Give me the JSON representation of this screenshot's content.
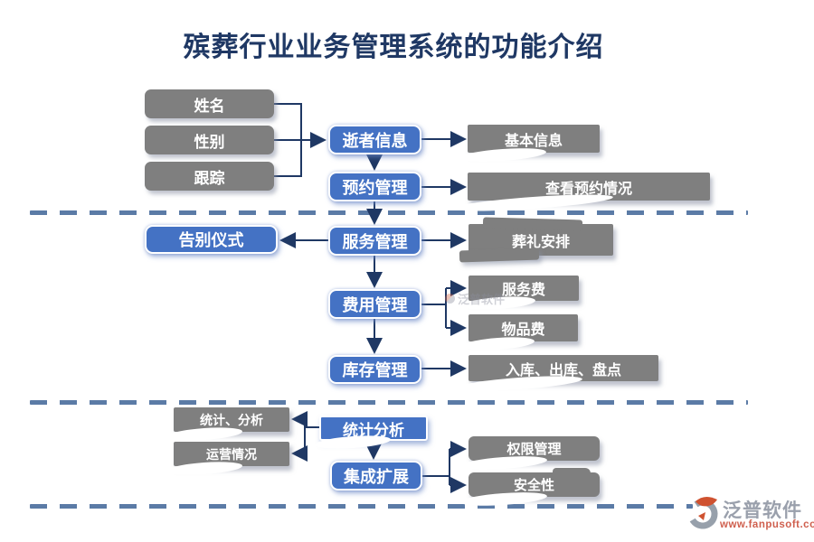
{
  "title": "殡葬行业业务管理系统的功能介绍",
  "colors": {
    "node_blue": "#4472c4",
    "node_gray": "#7f7f7f",
    "connector_navy": "#1f3864",
    "divider_blue": "#5b7ba6",
    "title_navy": "#1f3864",
    "logo_url_red": "#cf5f4e"
  },
  "nodes": {
    "name": "姓名",
    "gender": "性别",
    "tracking": "跟踪",
    "deceased_info": "逝者信息",
    "basic_info": "基本信息",
    "booking_management": "预约管理",
    "view_booking_status": "查看预约情况",
    "service_management": "服务管理",
    "farewell_ceremony": "告别仪式",
    "funeral_arrangement": "葬礼安排",
    "fee_management": "费用管理",
    "service_fee": "服务费",
    "item_fee": "物品费",
    "inventory_management": "库存管理",
    "inventory_operations": "入库、出库、盘点",
    "statistics_analysis": "统计分析",
    "statistics_detail": "统计、分析",
    "operation_status": "运营情况",
    "integration_extension": "集成扩展",
    "permission_management": "权限管理",
    "security": "安全性"
  },
  "watermark": {
    "text": "泛普软件"
  },
  "logo": {
    "name": "泛普软件",
    "url": "www.fanpusoft.com"
  }
}
